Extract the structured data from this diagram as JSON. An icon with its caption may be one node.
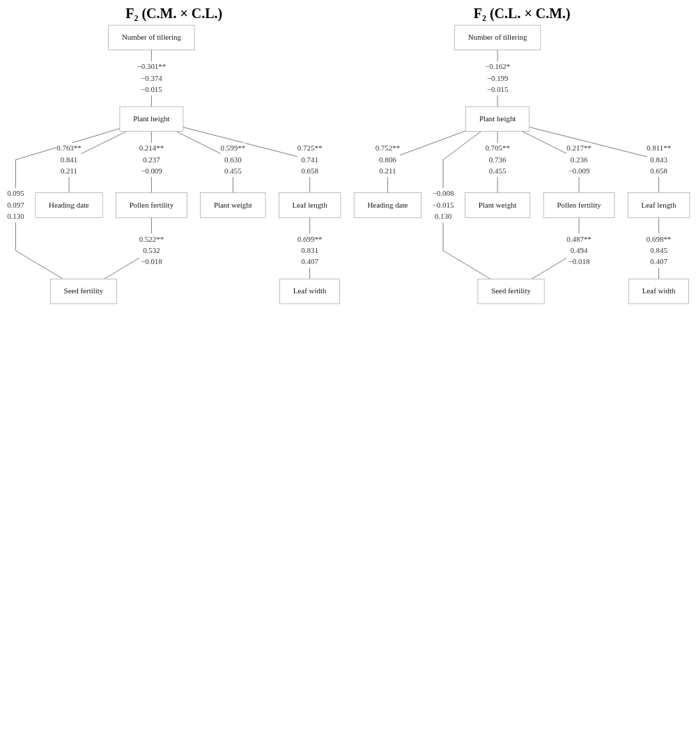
{
  "diagram": {
    "nodes": [
      {
        "text": [
          "Number of tillering"
        ]
      },
      {
        "text": [
          "Plant height"
        ]
      },
      {
        "text": [
          "Pollen fertility"
        ]
      },
      {
        "text": [
          "Heading date"
        ]
      },
      {
        "text": [
          "Leaf length"
        ]
      },
      {
        "text": [
          "Seed fertility"
        ]
      },
      {
        "text": [
          "Plant weight"
        ]
      },
      {
        "text": [
          "Leaf width"
        ]
      },
      {
        "text": [
          "Number of tillering"
        ]
      },
      {
        "text": [
          "Plant height"
        ]
      },
      {
        "text": [
          "Pollen fertility"
        ]
      },
      {
        "text": [
          "Heading date"
        ]
      },
      {
        "text": [
          "Leaf length"
        ]
      },
      {
        "text": [
          "Seed fertility"
        ]
      },
      {
        "text": [
          "Plant weight"
        ]
      },
      {
        "text": [
          "Leaf width"
        ]
      }
    ],
    "edges": [
      {
        "from": 0,
        "to": 1,
        "arrow": "none",
        "label": "−0.301** −0.374 −0.015"
      },
      {
        "from": 1,
        "to": 2,
        "arrow": "none",
        "label": "0.214** 0.237 −0.009"
      },
      {
        "from": 1,
        "to": 3,
        "arrow": "none",
        "label": "0.763** 0.841 0.211"
      },
      {
        "from": 1,
        "to": 4,
        "arrow": "none",
        "label": "0.725** 0.741 0.658"
      },
      {
        "from": 1,
        "to": 5,
        "arrow": "none",
        "label": "0.095 0.097 0.130"
      },
      {
        "from": 2,
        "to": 5,
        "arrow": "none",
        "label": "0.522** 0.532 −0.018"
      },
      {
        "from": 1,
        "to": 6,
        "arrow": "none",
        "label": "0.599** 0.630 0.455"
      },
      {
        "from": 4,
        "to": 7,
        "arrow": "none",
        "label": "0.699** 0.831 0.407"
      },
      {
        "from": 8,
        "to": 9,
        "arrow": "none",
        "label": "−0.162* −0.199 −0.015"
      },
      {
        "from": 9,
        "to": 10,
        "arrow": "none",
        "label": "0.217** 0.236 −0.009"
      },
      {
        "from": 9,
        "to": 11,
        "arrow": "none",
        "label": "0.752** 0.806 0.211"
      },
      {
        "from": 9,
        "to": 12,
        "arrow": "none",
        "label": "0.811** 0.843 0.658"
      },
      {
        "from": 9,
        "to": 13,
        "arrow": "none",
        "label": "−0.008 −0.015 0.130"
      },
      {
        "from": 10,
        "to": 13,
        "arrow": "none",
        "label": "0.487** 0.494 −0.018"
      },
      {
        "from": 9,
        "to": 14,
        "arrow": "none",
        "label": "0.705** 0.736 0.455"
      },
      {
        "from": 12,
        "to": 15,
        "arrow": "none",
        "label": "0.698** 0.845 0.407"
      }
    ],
    "labels": [
      "F₂ (C.M. × C.L.)",
      "F₂ (C.L. × C.M.)"
    ]
  }
}
